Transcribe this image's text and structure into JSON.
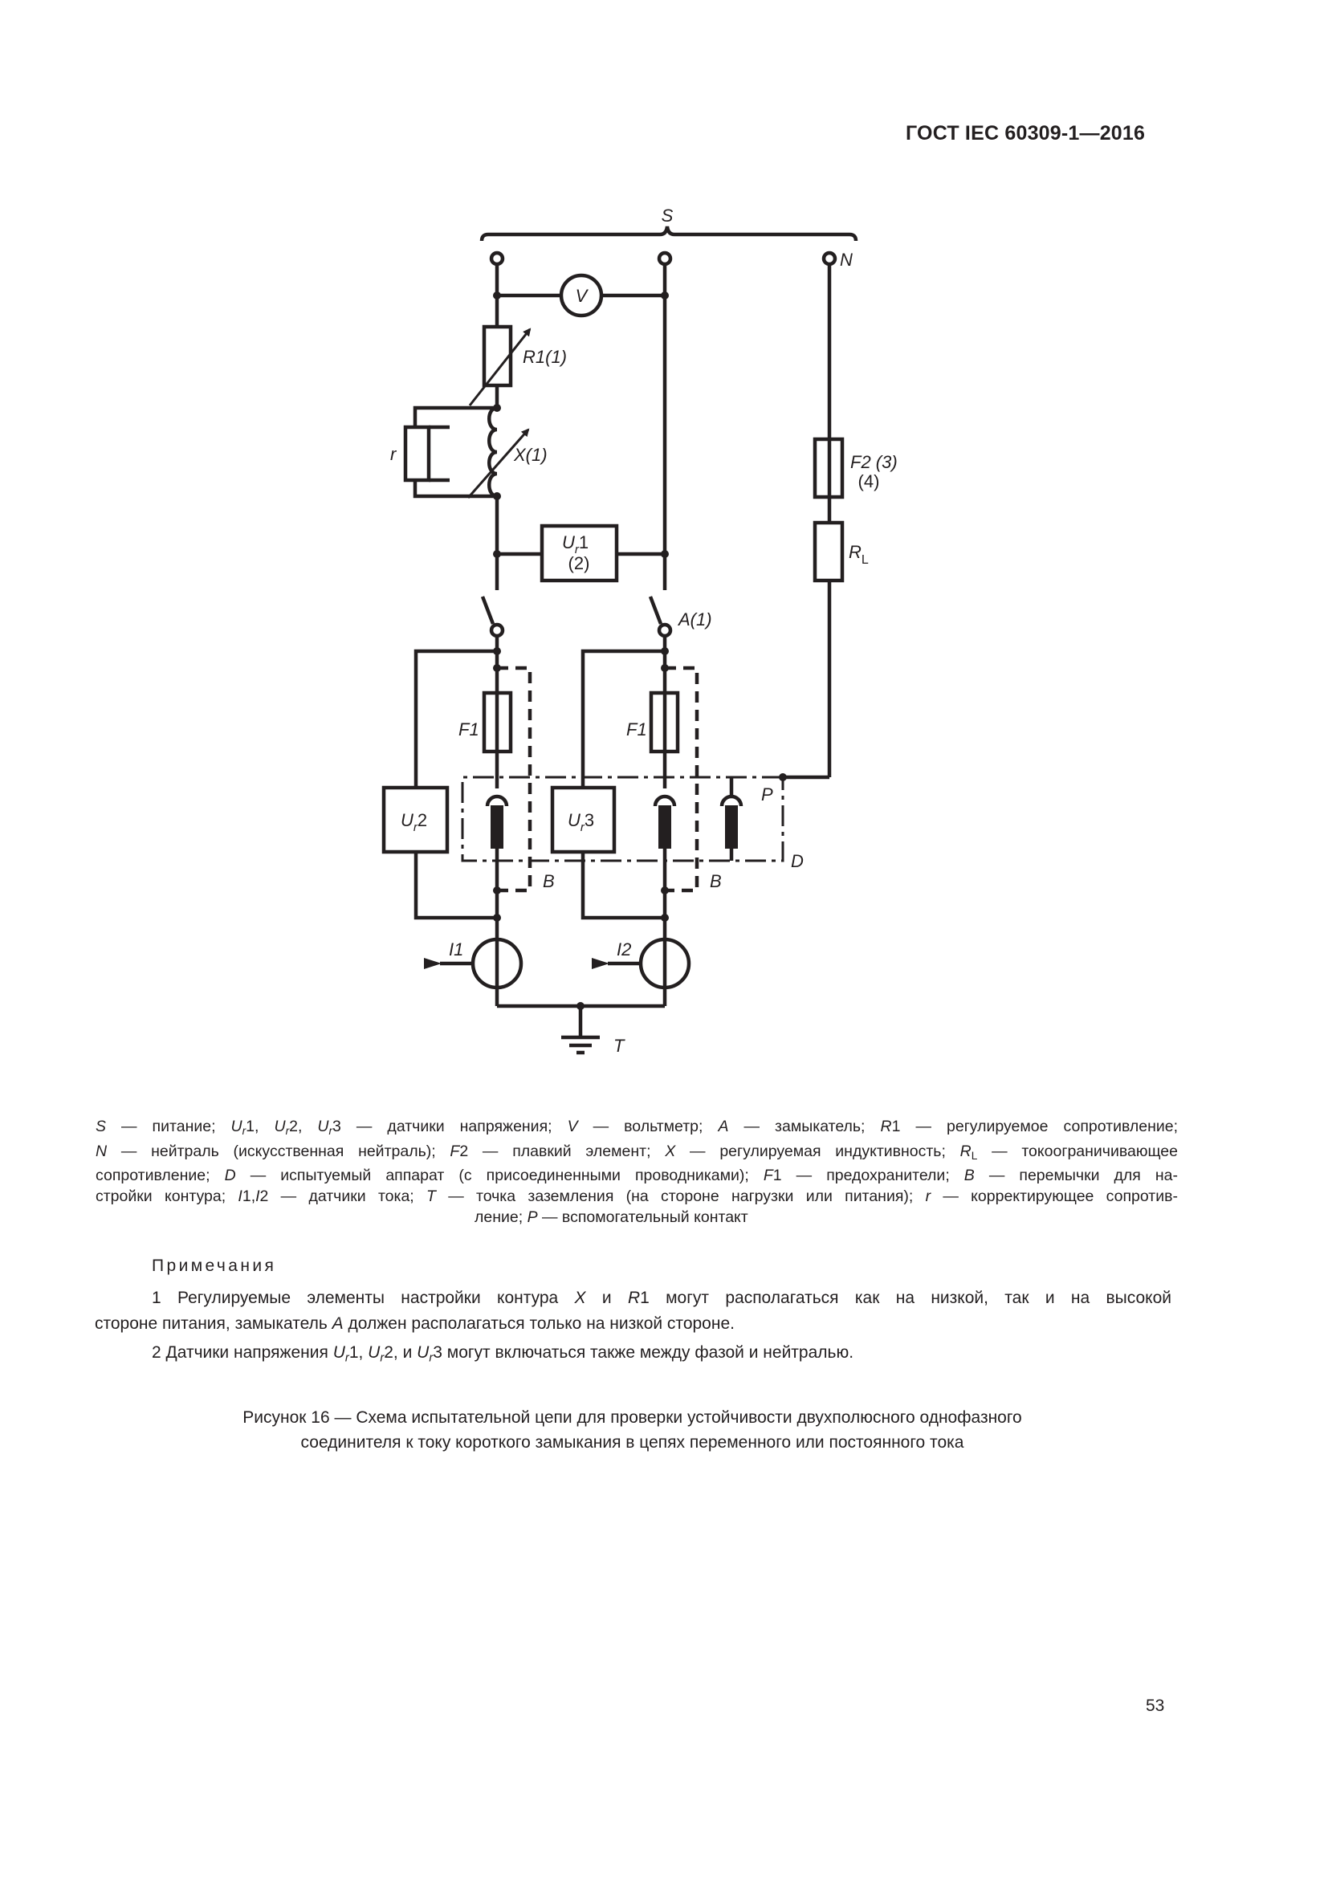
{
  "header": {
    "standard_id": "ГОСТ IEC 60309-1—2016"
  },
  "diagram": {
    "labels": {
      "supply": "S",
      "neutral_terminal": "N",
      "voltmeter": "V",
      "r1": "R1(1)",
      "inductance": "X(1)",
      "correcting_resistor": "r",
      "ur1_line1": "U",
      "ur1_sub": "r",
      "ur1_num": "1",
      "ur1_line2": "(2)",
      "f2_line1": "F2 (3)",
      "f2_line2": "(4)",
      "rl_main": "R",
      "rl_sub": "L",
      "make_switch": "A(1)",
      "fuse_left": "F1",
      "fuse_right": "F1",
      "ur2_main": "U",
      "ur2_sub": "r",
      "ur2_num": "2",
      "ur3_main": "U",
      "ur3_sub": "r",
      "ur3_num": "3",
      "aux_contact": "P",
      "device_under_test": "D",
      "bridge_left": "B",
      "bridge_right": "B",
      "current_sensor_1": "I1",
      "current_sensor_2": "I2",
      "earth_point": "T"
    }
  },
  "legend": {
    "lines": [
      "S — питание; Ur1, Ur2, Ur3 — датчики напряжения; V — вольтметр; A — замыкатель; R1 — регулируемое сопротивление;",
      "N — нейтраль (искусственная нейтраль); F2 — плавкий элемент; X — регулируемая индуктивность; RL — токоограничивающее",
      "сопротивление; D — испытуемый аппарат (с присоединенными проводниками); F1 — предохранители; B — перемычки для на-",
      "стройки контура; I1,I2 — датчики тока; T — точка заземления (на стороне нагрузки или питания); r — корректирующее сопротив-",
      "ление; P — вспомогательный контакт"
    ],
    "parts": {
      "l1": [
        "S",
        " — питание; ",
        "U",
        "r",
        "1, ",
        "U",
        "r",
        "2, ",
        "U",
        "r",
        "3 — датчики напряжения; ",
        "V",
        " — вольтметр; ",
        "A",
        " — замыкатель; ",
        "R",
        "1 — регулируемое сопротивление;"
      ],
      "l2": [
        "N",
        " — нейтраль (искусственная нейтраль); ",
        "F",
        "2 — плавкий элемент; ",
        "X",
        " — регулируемая индуктивность; ",
        "R",
        "L",
        " — токоограничивающее"
      ],
      "l3": [
        "сопротивление; ",
        "D",
        " — испытуемый аппарат (с присоединенными проводниками); ",
        "F",
        "1 — предохранители; ",
        "B",
        " — перемычки для на-"
      ],
      "l4": [
        "стройки контура; ",
        "I",
        "1,",
        "I",
        "2 — датчики тока; ",
        "T",
        " — точка заземления (на стороне нагрузки или питания); ",
        "r",
        " — корректирующее сопротив-"
      ],
      "l5": [
        "ление; ",
        "P",
        " — вспомогательный контакт"
      ]
    }
  },
  "notes": {
    "title": "Примечания",
    "note1": "1 Регулируемые элементы настройки контура X и R1 могут располагаться как на низкой, так и на высокой стороне питания, замыкатель A должен располагаться только на низкой стороне.",
    "note1_parts": {
      "a1": "1 Регулируемые элементы настройки контура ",
      "a2": "X",
      "a3": " и ",
      "a4": "R",
      "a5": "1 могут располагаться как на низкой, так и на высокой",
      "b1": "стороне питания, замыкатель ",
      "b2": "A",
      "b3": " должен располагаться только на низкой стороне."
    },
    "note2": "2 Датчики напряжения Ur1, Ur2, и Ur3 могут включаться также между фазой и нейтралью.",
    "note2_parts": {
      "p1": "2 Датчики напряжения ",
      "u": "U",
      "r": "r",
      "n1": "1, ",
      "n2": "2, и ",
      "n3": "3 могут включаться также между фазой и нейтралью."
    }
  },
  "caption": {
    "line1": "Рисунок 16 — Схема испытательной цепи для проверки устойчивости двухполюсного однофазного",
    "line2": "соединителя к току короткого замыкания в цепях переменного или постоянного тока"
  },
  "footer": {
    "page_number": "53"
  }
}
